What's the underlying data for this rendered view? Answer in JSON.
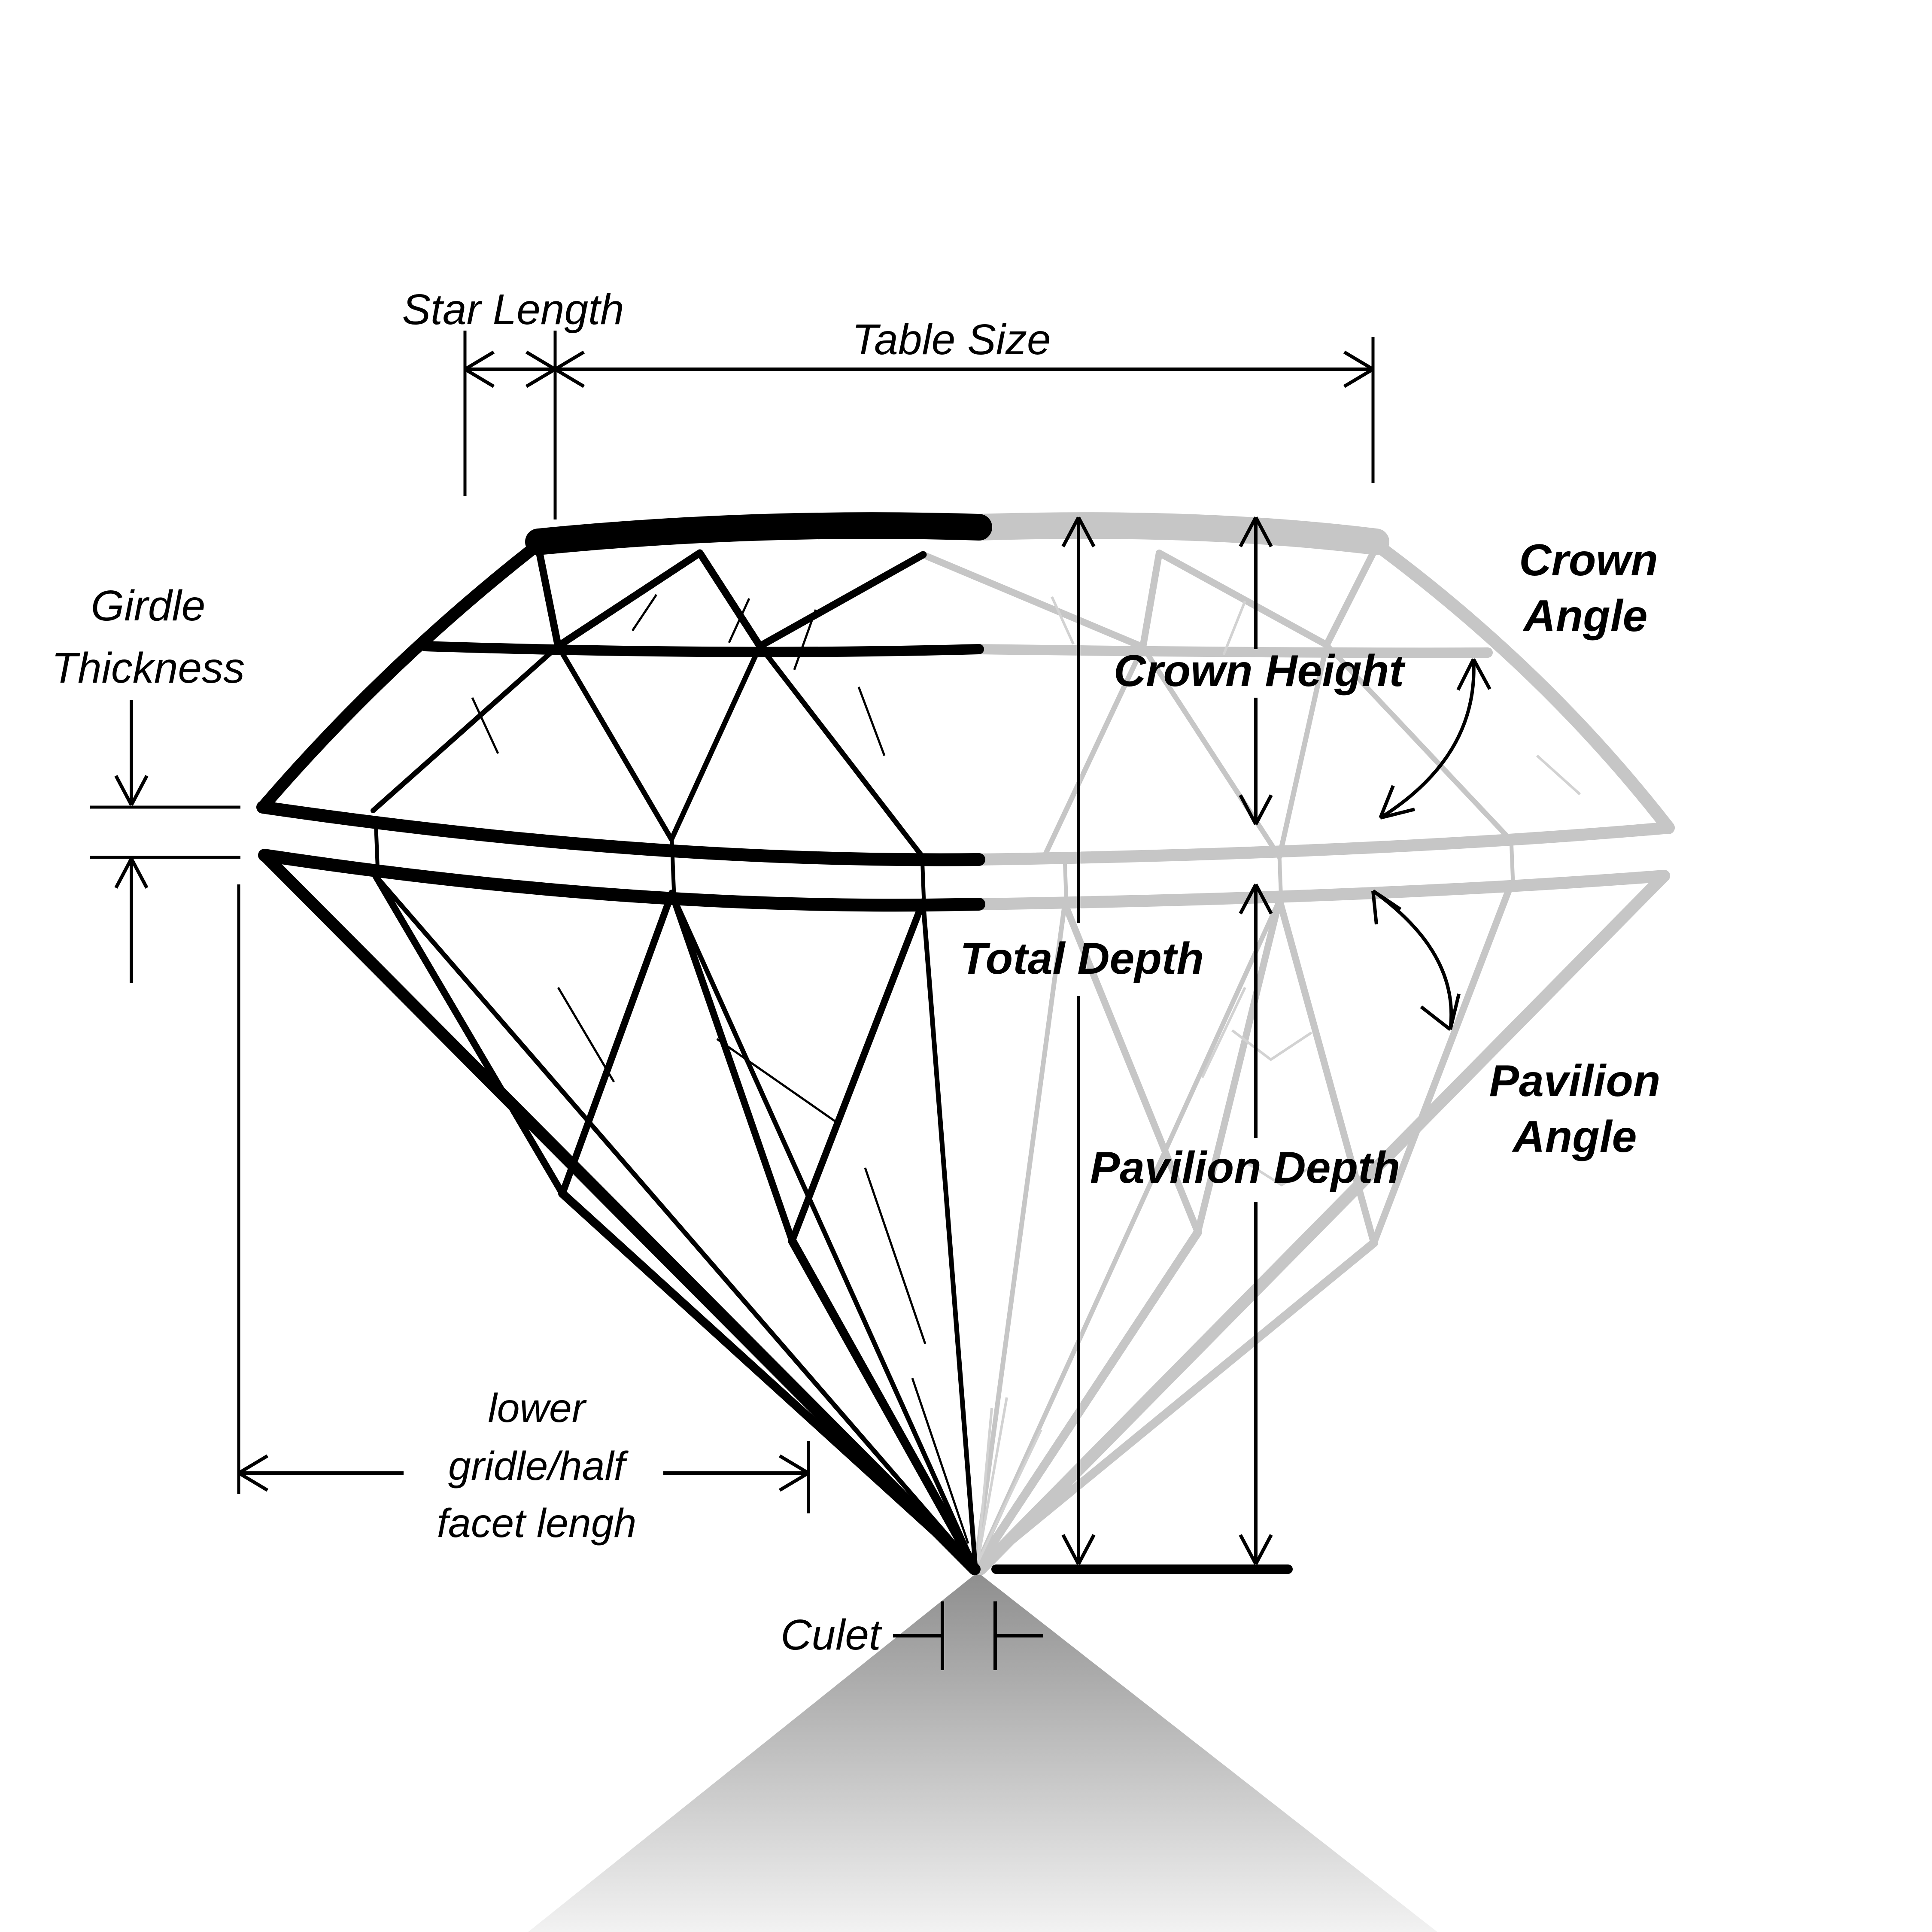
{
  "diagram": {
    "type": "diamond-proportions-side-view",
    "labels": {
      "star_length": "Star Length",
      "table_size": "Table Size",
      "girdle_thickness": [
        "Girdle",
        "Thickness"
      ],
      "crown_angle": [
        "Crown",
        "Angle"
      ],
      "crown_height": "Crown Height",
      "total_depth": "Total Depth",
      "pavilion_depth": "Pavilion Depth",
      "pavilion_angle": [
        "Pavilion",
        "Angle"
      ],
      "lower_girdle_facet": [
        "lower",
        "gridle/half",
        "facet lengh"
      ],
      "culet": "Culet"
    },
    "colors": {
      "ink": "#000000",
      "diamond_gray": "#c6c6c6",
      "shadow_dark": "#8e8e8e",
      "shadow_light": "#f2f2f2",
      "background": "#ffffff"
    }
  }
}
